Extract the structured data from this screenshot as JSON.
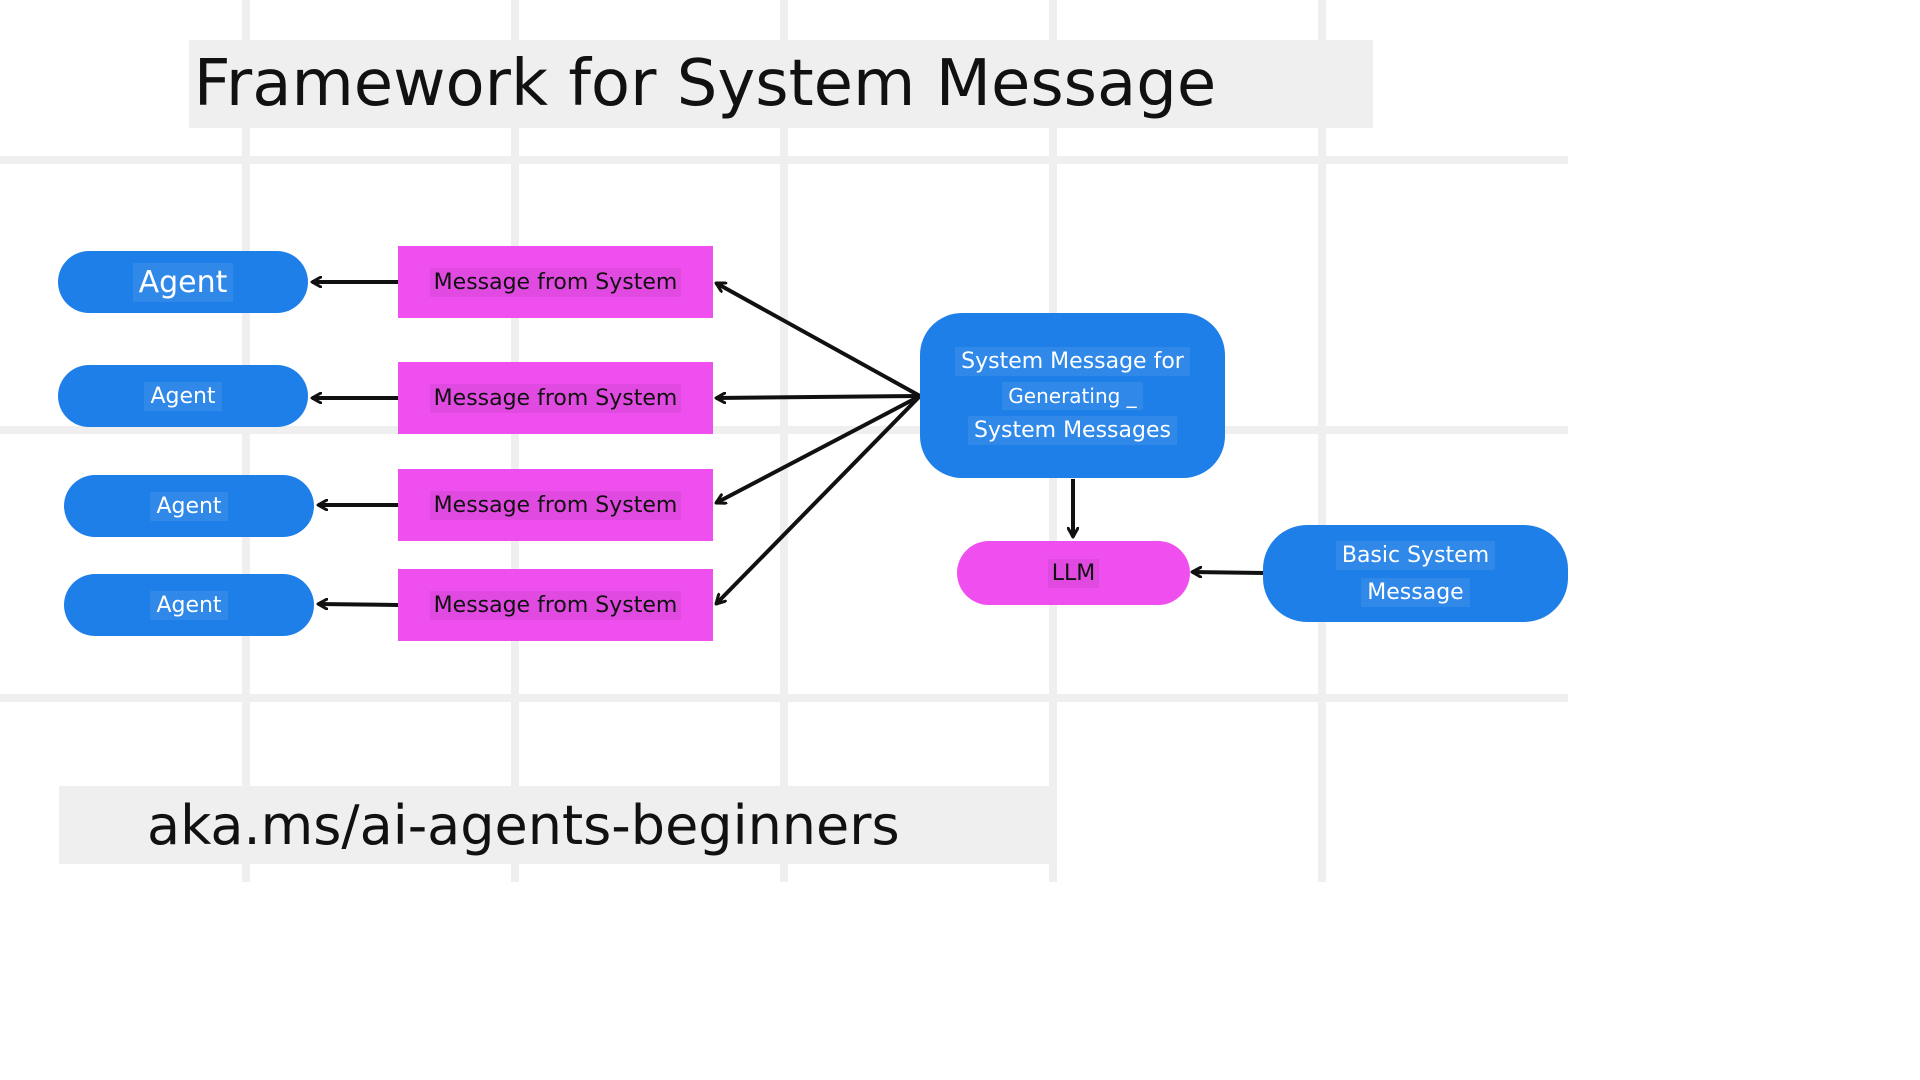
{
  "title": "Framework for System Message",
  "footer": "aka.ms/ai-agents-beginners",
  "agents": [
    "Agent",
    "Agent",
    "Agent",
    "Agent"
  ],
  "messages": [
    "Message from System",
    "Message from System",
    "Message from System",
    "Message from System"
  ],
  "generator": {
    "lines": [
      "System Message for",
      "Generating _",
      "System Messages"
    ]
  },
  "llm": "LLM",
  "basic": {
    "lines": [
      "Basic System",
      "Message"
    ]
  },
  "colors": {
    "agent_blue": "#1f7fe8",
    "message_magenta": "#f04ff0",
    "banner_gray": "#efefef",
    "arrow": "#111111"
  }
}
